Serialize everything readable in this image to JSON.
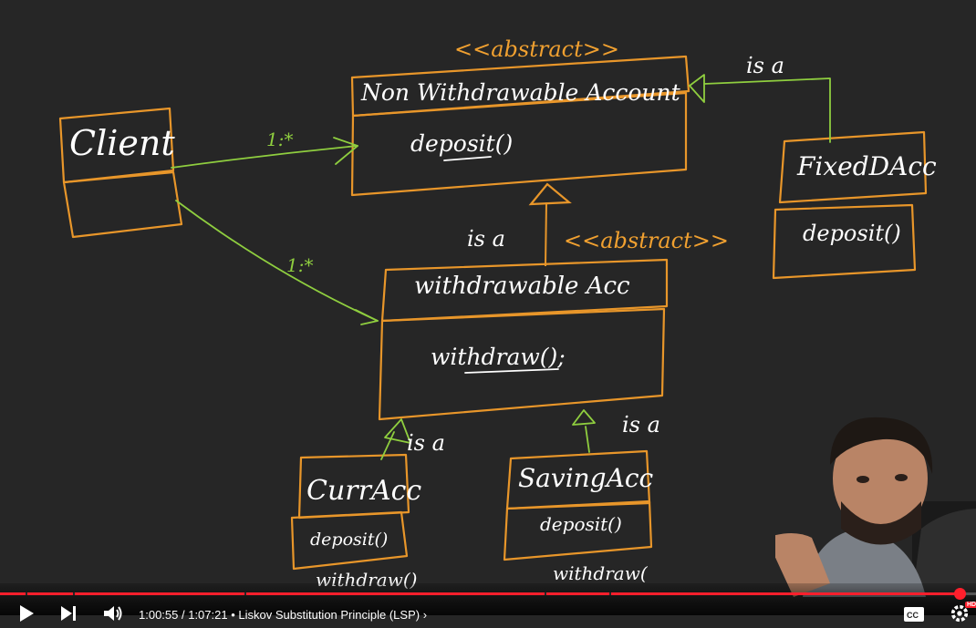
{
  "diagram": {
    "non_withdrawable": {
      "stereotype": "<<abstract>>",
      "title": "Non Withdrawable Account",
      "method": "deposit()"
    },
    "withdrawable": {
      "stereotype": "<<abstract>>",
      "title": "withdrawable Acc",
      "method": "withdraw();"
    },
    "client": {
      "title": "Client"
    },
    "fixed": {
      "title": "FixedDAcc",
      "method": "deposit()"
    },
    "curr": {
      "title": "CurrAcc",
      "method": "deposit()",
      "method2": "withdraw()"
    },
    "saving": {
      "title": "SavingAcc",
      "method": "deposit()",
      "method2": "withdraw("
    },
    "relations": {
      "client_to_nonwithdrawable": "1:*",
      "client_to_withdrawable": "1:*",
      "withdrawable_is_a": "is a",
      "fixed_is_a": "is a",
      "curr_is_a": "is a",
      "saving_is_a": "is a"
    },
    "colors": {
      "box": "#e8962a",
      "arrow": "#8fce3f",
      "ink": "#ffffff",
      "background": "#262626"
    }
  },
  "player": {
    "time": "1:00:55 / 1:07:21",
    "chapter": "• Liskov Substitution Principle (LSP)",
    "chapter_chevron": "›",
    "hd_badge": "HD",
    "progress_fraction": 0.983,
    "accent": "#ff1f2c",
    "icons": [
      "play-icon",
      "next-icon",
      "volume-icon",
      "captions-icon",
      "settings-icon"
    ]
  }
}
